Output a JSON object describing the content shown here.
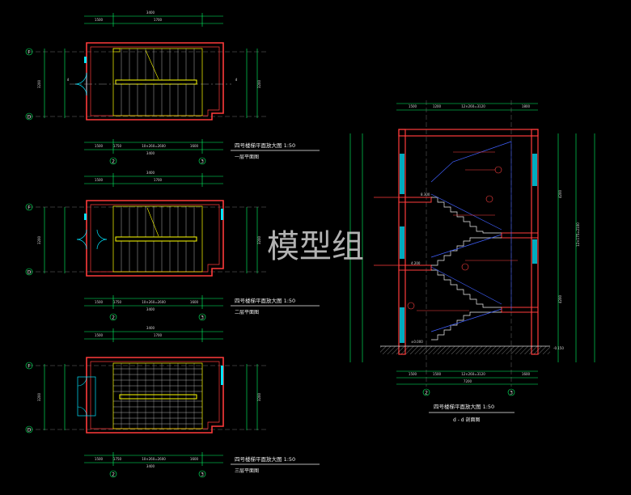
{
  "watermark": "模型组",
  "plans": [
    {
      "title": "四号楼梯平面放大图 1:50",
      "subtitle": "一层平面图",
      "axis_top": "F",
      "axis_bottom": "D",
      "axis_left": "2",
      "axis_right": "3",
      "section_mark": "d"
    },
    {
      "title": "四号楼梯平面放大图 1:50",
      "subtitle": "二层平面图",
      "axis_top": "F",
      "axis_bottom": "D",
      "axis_left": "2",
      "axis_right": "3"
    },
    {
      "title": "四号楼梯平面放大图 1:50",
      "subtitle": "三层平面图",
      "axis_top": "F",
      "axis_bottom": "D",
      "axis_left": "2",
      "axis_right": "3"
    }
  ],
  "section": {
    "title": "四号楼梯平面放大图 1:50",
    "subtitle": "d - d 剖面图",
    "axis_left": "2",
    "axis_right": "3",
    "levels": [
      "8.300",
      "4.200",
      "±0.000"
    ],
    "outdoor_level": "-0.150"
  },
  "dims": {
    "plan_top_total": "3400",
    "plan_top_segments": [
      "1500",
      "1700"
    ],
    "plan_bottom_segments": [
      "1500",
      "1750",
      "10×260=2600",
      "1600"
    ],
    "plan_bottom_total": "3400",
    "plan_side": "3200",
    "section_top": [
      "1500",
      "1200",
      "12×260=3120",
      "1800"
    ],
    "section_bottom": [
      "1500",
      "1500",
      "12×260=3120",
      "1600"
    ],
    "section_bottom_total": "7200",
    "section_right": [
      "4200",
      "4200",
      "12×175=2100"
    ]
  },
  "colors": {
    "wall": "#ff3b3b",
    "stair": "#ffff00",
    "glass": "#00e5ff",
    "dim": "#00ff66",
    "blue": "#4060ff",
    "text": "#e8e8e8"
  }
}
